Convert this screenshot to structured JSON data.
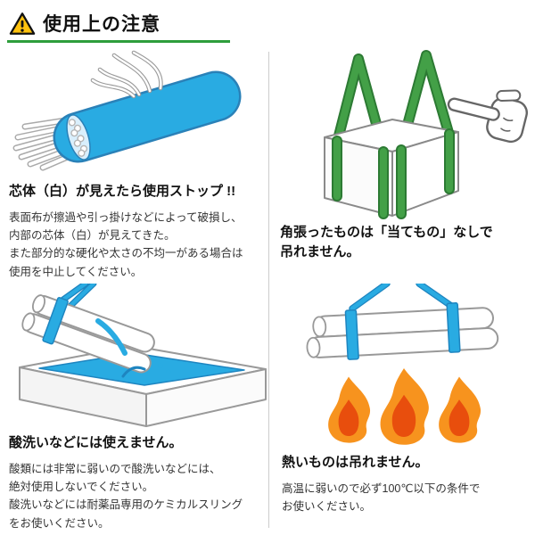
{
  "header": {
    "title": "使用上の注意",
    "warning_icon": "warning-triangle"
  },
  "colors": {
    "accent_green": "#2e9e3c",
    "strap_green": "#43a047",
    "sling_blue": "#29abe2",
    "flame_orange": "#f7931e",
    "flame_red": "#e84e0d",
    "warning_yellow": "#ffc20e"
  },
  "sections": [
    {
      "id": "core-exposed",
      "illustration": "worn-sling-belt",
      "heading": "芯体（白）が見えたら使用ストップ !!",
      "body": "表面布が擦過や引っ掛けなどによって破損し、\n内部の芯体（白）が見えてきた。\nまた部分的な硬化や太さの不均一がある場合は\n使用を中止してください。"
    },
    {
      "id": "angular-loads",
      "illustration": "box-with-slings-and-pointing-hand",
      "heading": "角張ったものは「当てもの」なしで\n吊れません。",
      "body": ""
    },
    {
      "id": "acid-washing",
      "illustration": "logs-dipped-in-acid-bath",
      "heading": "酸洗いなどには使えません。",
      "body": "酸類には非常に弱いので酸洗いなどには、\n絶対使用しないでください。\n酸洗いなどには耐薬品専用のケミカルスリング\nをお使いください。"
    },
    {
      "id": "hot-loads",
      "illustration": "logs-over-flames",
      "heading": "熱いものは吊れません。",
      "body": "高温に弱いので必ず100℃以下の条件で\nお使いください。"
    }
  ]
}
